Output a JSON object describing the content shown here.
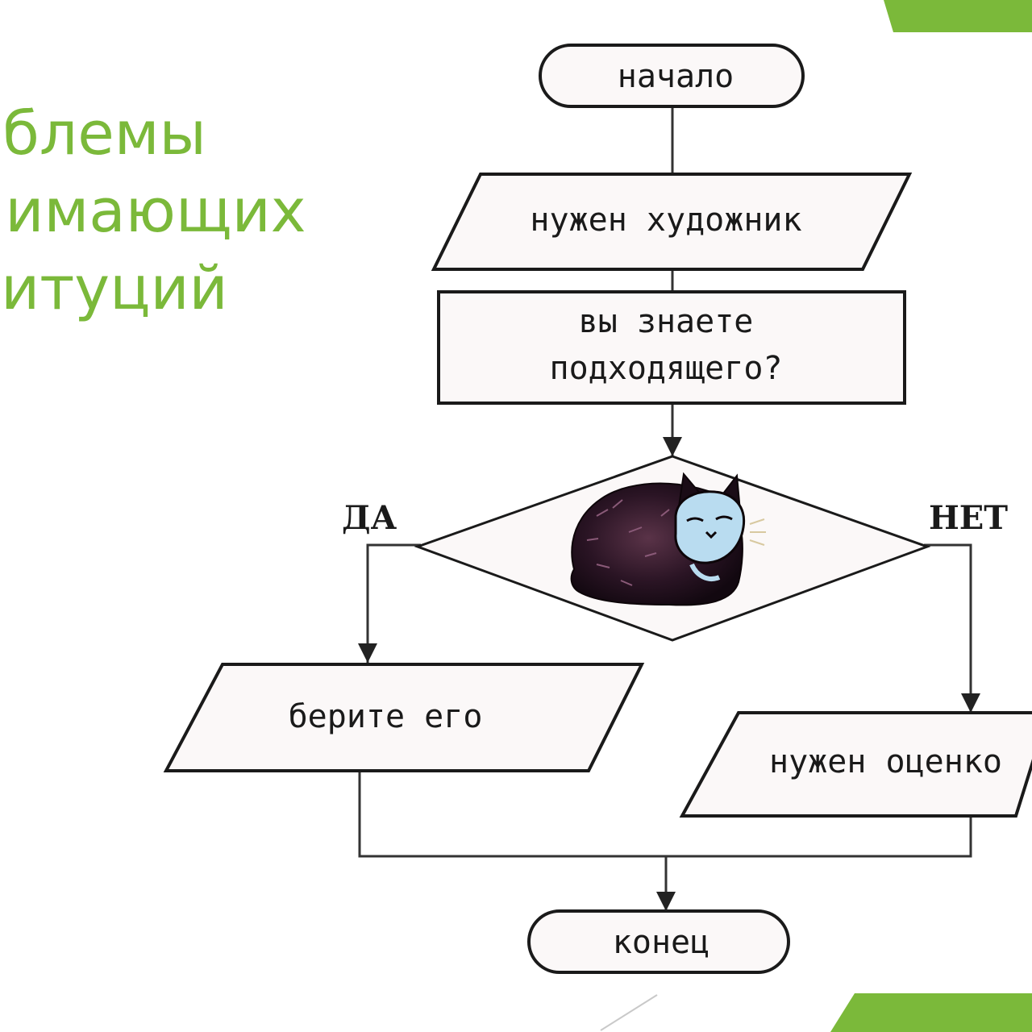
{
  "slide": {
    "title_lines": [
      "облемы",
      "нимающих",
      "титуций"
    ],
    "accent_color": "#7bb93a"
  },
  "flowchart": {
    "start": "начало",
    "input": "нужен художник",
    "process_line1": "вы знаете",
    "process_line2": "подходящего?",
    "decision_image": "cat-illustration",
    "yes_label": "ДА",
    "no_label": "НЕТ",
    "yes_output": "берите его",
    "no_output": "нужен оценко",
    "end": "конец"
  }
}
